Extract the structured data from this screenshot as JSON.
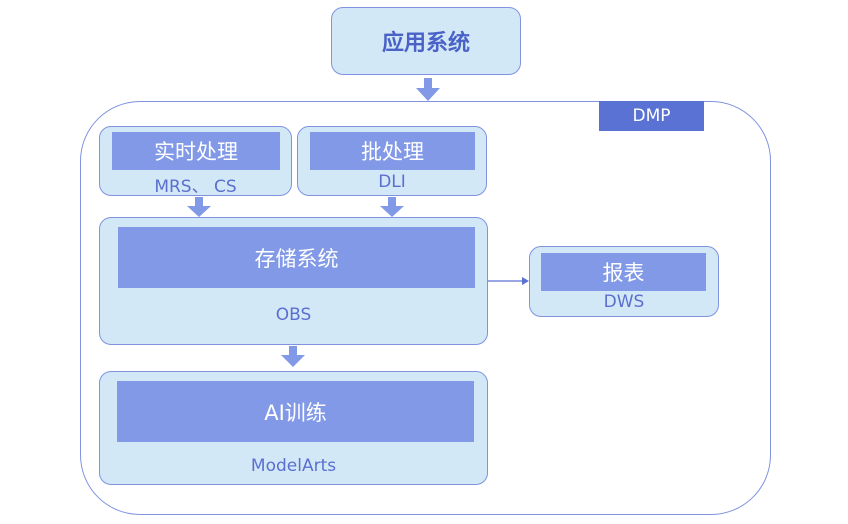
{
  "diagram": {
    "colors": {
      "node_fill": "#d3e8f6",
      "band_fill": "#8199e6",
      "border": "#7f93e0",
      "tag_fill": "#5a72d3",
      "text_dark": "#4a62c8",
      "text_sub": "#5a6fd0"
    },
    "app_system": {
      "label": "应用系统"
    },
    "platform": {
      "tag": "DMP"
    },
    "nodes": {
      "realtime": {
        "label": "实时处理",
        "service": "MRS、 CS"
      },
      "batch": {
        "label": "批处理",
        "service": "DLI"
      },
      "storage": {
        "label": "存储系统",
        "service": "OBS"
      },
      "report": {
        "label": "报表",
        "service": "DWS"
      },
      "ai": {
        "label": "AI训练",
        "service": "ModelArts"
      }
    },
    "edges": [
      {
        "from": "app_system",
        "to": "platform",
        "style": "block-arrow"
      },
      {
        "from": "realtime",
        "to": "storage",
        "style": "block-arrow"
      },
      {
        "from": "batch",
        "to": "storage",
        "style": "block-arrow"
      },
      {
        "from": "storage",
        "to": "report",
        "style": "line-arrow"
      },
      {
        "from": "storage",
        "to": "ai",
        "style": "block-arrow"
      }
    ]
  }
}
